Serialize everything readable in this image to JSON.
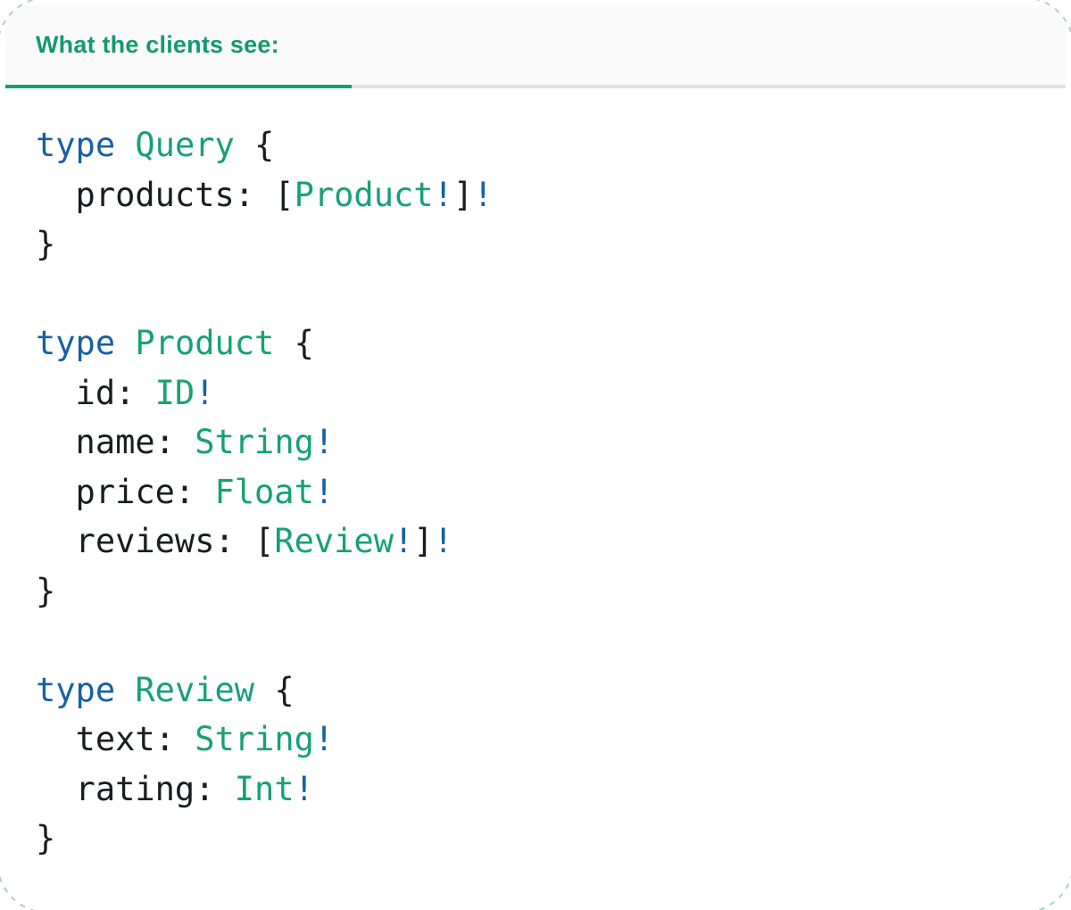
{
  "header": {
    "tab_label": "What the clients see:"
  },
  "colors": {
    "keyword_blue": "#1660a7",
    "type_green": "#16a175",
    "text_dark": "#191c20",
    "tab_green": "#14996f",
    "underline_green": "#12a173",
    "divider_gray": "#e2e2e4",
    "header_bg": "#fafafa",
    "card_bg": "#ffffff",
    "dash_green": "#a7d4bf"
  },
  "code": {
    "plain_text": "type Query {\n  products: [Product!]!\n}\n\ntype Product {\n  id: ID!\n  name: String!\n  price: Float!\n  reviews: [Review!]!\n}\n\ntype Review {\n  text: String!\n  rating: Int!\n}",
    "lines": [
      [
        {
          "t": "type",
          "c": "kw"
        },
        {
          "t": " ",
          "c": "p"
        },
        {
          "t": "Query",
          "c": "ty"
        },
        {
          "t": " {",
          "c": "p"
        }
      ],
      [
        {
          "t": "  products: [",
          "c": "p"
        },
        {
          "t": "Product",
          "c": "ty"
        },
        {
          "t": "!",
          "c": "bang"
        },
        {
          "t": "]",
          "c": "p"
        },
        {
          "t": "!",
          "c": "bang"
        }
      ],
      [
        {
          "t": "}",
          "c": "p"
        }
      ],
      [],
      [
        {
          "t": "type",
          "c": "kw"
        },
        {
          "t": " ",
          "c": "p"
        },
        {
          "t": "Product",
          "c": "ty"
        },
        {
          "t": " {",
          "c": "p"
        }
      ],
      [
        {
          "t": "  id: ",
          "c": "p"
        },
        {
          "t": "ID",
          "c": "ty"
        },
        {
          "t": "!",
          "c": "bang"
        }
      ],
      [
        {
          "t": "  name: ",
          "c": "p"
        },
        {
          "t": "String",
          "c": "ty"
        },
        {
          "t": "!",
          "c": "bang"
        }
      ],
      [
        {
          "t": "  price: ",
          "c": "p"
        },
        {
          "t": "Float",
          "c": "ty"
        },
        {
          "t": "!",
          "c": "bang"
        }
      ],
      [
        {
          "t": "  reviews: [",
          "c": "p"
        },
        {
          "t": "Review",
          "c": "ty"
        },
        {
          "t": "!",
          "c": "bang"
        },
        {
          "t": "]",
          "c": "p"
        },
        {
          "t": "!",
          "c": "bang"
        }
      ],
      [
        {
          "t": "}",
          "c": "p"
        }
      ],
      [],
      [
        {
          "t": "type",
          "c": "kw"
        },
        {
          "t": " ",
          "c": "p"
        },
        {
          "t": "Review",
          "c": "ty"
        },
        {
          "t": " {",
          "c": "p"
        }
      ],
      [
        {
          "t": "  text: ",
          "c": "p"
        },
        {
          "t": "String",
          "c": "ty"
        },
        {
          "t": "!",
          "c": "bang"
        }
      ],
      [
        {
          "t": "  rating: ",
          "c": "p"
        },
        {
          "t": "Int",
          "c": "ty"
        },
        {
          "t": "!",
          "c": "bang"
        }
      ],
      [
        {
          "t": "}",
          "c": "p"
        }
      ]
    ]
  }
}
